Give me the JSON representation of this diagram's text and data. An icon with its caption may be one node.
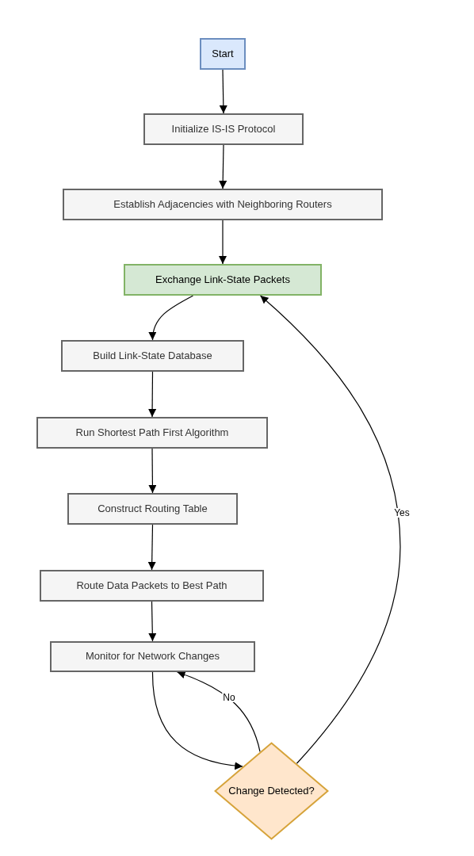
{
  "diagram": {
    "nodes": [
      {
        "text": [
          "Start"
        ]
      },
      {
        "text": [
          "Initialize IS-IS Protocol"
        ]
      },
      {
        "text": [
          "Establish Adjacencies with Neighboring Routers"
        ]
      },
      {
        "text": [
          "Exchange Link-State Packets"
        ]
      },
      {
        "text": [
          "Build Link-State Database"
        ]
      },
      {
        "text": [
          "Run Shortest Path First Algorithm"
        ]
      },
      {
        "text": [
          "Construct Routing Table"
        ]
      },
      {
        "text": [
          "Route Data Packets to Best Path"
        ]
      },
      {
        "text": [
          "Monitor for Network Changes"
        ]
      },
      {
        "text": [
          "Change Detected?"
        ]
      }
    ],
    "edges": [
      {
        "from": 0,
        "to": 1,
        "arrow": "to"
      },
      {
        "from": 1,
        "to": 2,
        "arrow": "to"
      },
      {
        "from": 2,
        "to": 3,
        "arrow": "to"
      },
      {
        "from": 3,
        "to": 4,
        "arrow": "to"
      },
      {
        "from": 4,
        "to": 5,
        "arrow": "to"
      },
      {
        "from": 5,
        "to": 6,
        "arrow": "to"
      },
      {
        "from": 6,
        "to": 7,
        "arrow": "to"
      },
      {
        "from": 7,
        "to": 8,
        "arrow": "to"
      },
      {
        "from": 8,
        "to": 9,
        "arrow": "to"
      },
      {
        "from": 9,
        "to": 8,
        "arrow": "to",
        "label": "No"
      },
      {
        "from": 9,
        "to": 3,
        "arrow": "to",
        "label": "Yes"
      }
    ]
  }
}
